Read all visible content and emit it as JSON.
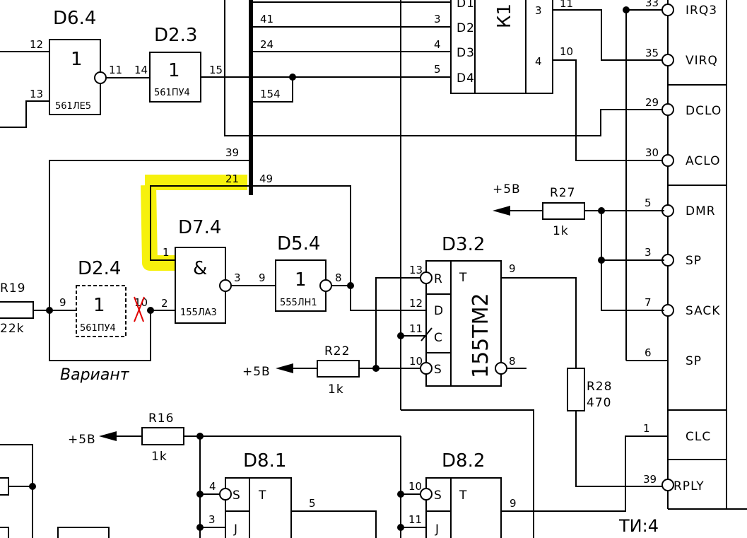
{
  "diagram": {
    "type": "electronic schematic",
    "highlight_color": "#f6f000",
    "strike_color": "#e00000",
    "components": {
      "d6_4": {
        "ref": "D6.4",
        "symbol": "1",
        "part": "561ЛЕ5",
        "pins": [
          "12",
          "13",
          "11"
        ]
      },
      "d2_3": {
        "ref": "D2.3",
        "symbol": "1",
        "part": "561ПУ4",
        "pins": [
          "14",
          "15"
        ]
      },
      "d2_4": {
        "ref": "D2.4",
        "symbol": "1",
        "part": "561ПУ4",
        "pins": [
          "9",
          "10"
        ],
        "note": "Вариант"
      },
      "d7_4": {
        "ref": "D7.4",
        "symbol": "&",
        "part": "155ЛА3",
        "pins": [
          "1",
          "2",
          "3"
        ]
      },
      "d5_4": {
        "ref": "D5.4",
        "symbol": "1",
        "part": "555ЛН1",
        "pins": [
          "9",
          "8"
        ]
      },
      "d3_2": {
        "ref": "D3.2",
        "part": "155ТМ2",
        "inputs": [
          "R",
          "D",
          "C",
          "S"
        ],
        "output": "T",
        "pins": [
          "13",
          "12",
          "11",
          "10",
          "9",
          "8"
        ]
      },
      "d8_1": {
        "ref": "D8.1",
        "inputs": [
          "S",
          "J"
        ],
        "output": "T",
        "pins": [
          "4",
          "3",
          "5"
        ]
      },
      "d8_2": {
        "ref": "D8.2",
        "inputs": [
          "S",
          "J"
        ],
        "output": "T",
        "pins": [
          "10",
          "11",
          "9"
        ]
      },
      "k1": {
        "ref": "К1",
        "inputs": [
          "D1",
          "D2",
          "D3",
          "D4"
        ],
        "in_pins": [
          "3",
          "4",
          "5"
        ],
        "out_pins": [
          "3",
          "4"
        ],
        "out_wire_labels": [
          "11",
          "10"
        ]
      }
    },
    "resistors": {
      "r19": {
        "ref": "R19",
        "value": "22k"
      },
      "r22": {
        "ref": "R22",
        "value": "1k"
      },
      "r27": {
        "ref": "R27",
        "value": "1k"
      },
      "r16": {
        "ref": "R16",
        "value": "1k"
      },
      "r28": {
        "ref": "R28",
        "value": "470"
      }
    },
    "power_label": "+5В",
    "bus_pins": [
      "41",
      "24",
      "154",
      "39",
      "21",
      "49"
    ],
    "connector": {
      "signals": [
        {
          "pin": "33",
          "name": "IRQ3"
        },
        {
          "pin": "35",
          "name": "VIRQ"
        },
        {
          "pin": "29",
          "name": "DCLO"
        },
        {
          "pin": "30",
          "name": "ACLO"
        },
        {
          "pin": "5",
          "name": "DMR"
        },
        {
          "pin": "3",
          "name": "SP"
        },
        {
          "pin": "7",
          "name": "SACK"
        },
        {
          "pin": "6",
          "name": "SP"
        },
        {
          "pin": "1",
          "name": "CLC"
        },
        {
          "pin": "39",
          "name": "RPLY"
        }
      ]
    },
    "sheet_ref": "ТИ:4"
  }
}
